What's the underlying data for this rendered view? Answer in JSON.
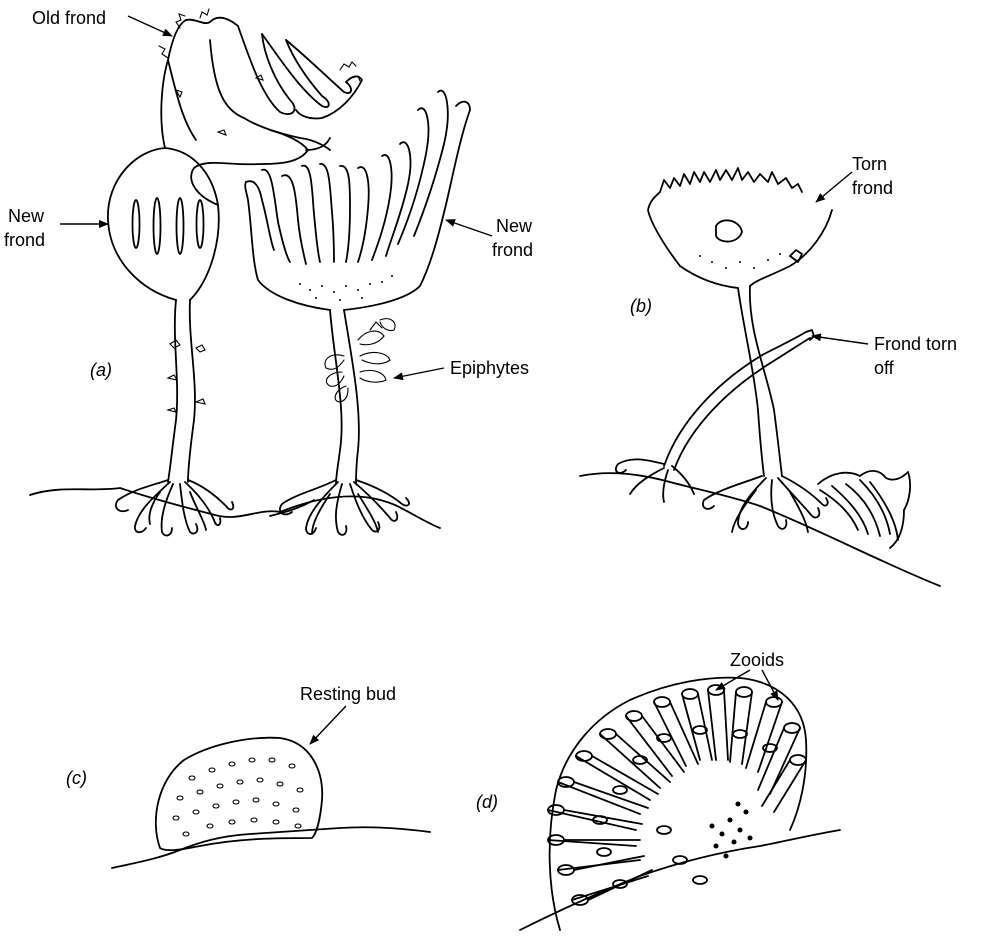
{
  "figure": {
    "panels": {
      "a": "(a)",
      "b": "(b)",
      "c": "(c)",
      "d": "(d)"
    },
    "labels": {
      "old_frond": "Old frond",
      "new_frond_left_1": "New",
      "new_frond_left_2": "frond",
      "new_frond_right_1": "New",
      "new_frond_right_2": "frond",
      "epiphytes": "Epiphytes",
      "torn_frond_1": "Torn",
      "torn_frond_2": "frond",
      "frond_torn_off_1": "Frond torn",
      "frond_torn_off_2": "off",
      "resting_bud": "Resting bud",
      "zooids": "Zooids"
    }
  }
}
